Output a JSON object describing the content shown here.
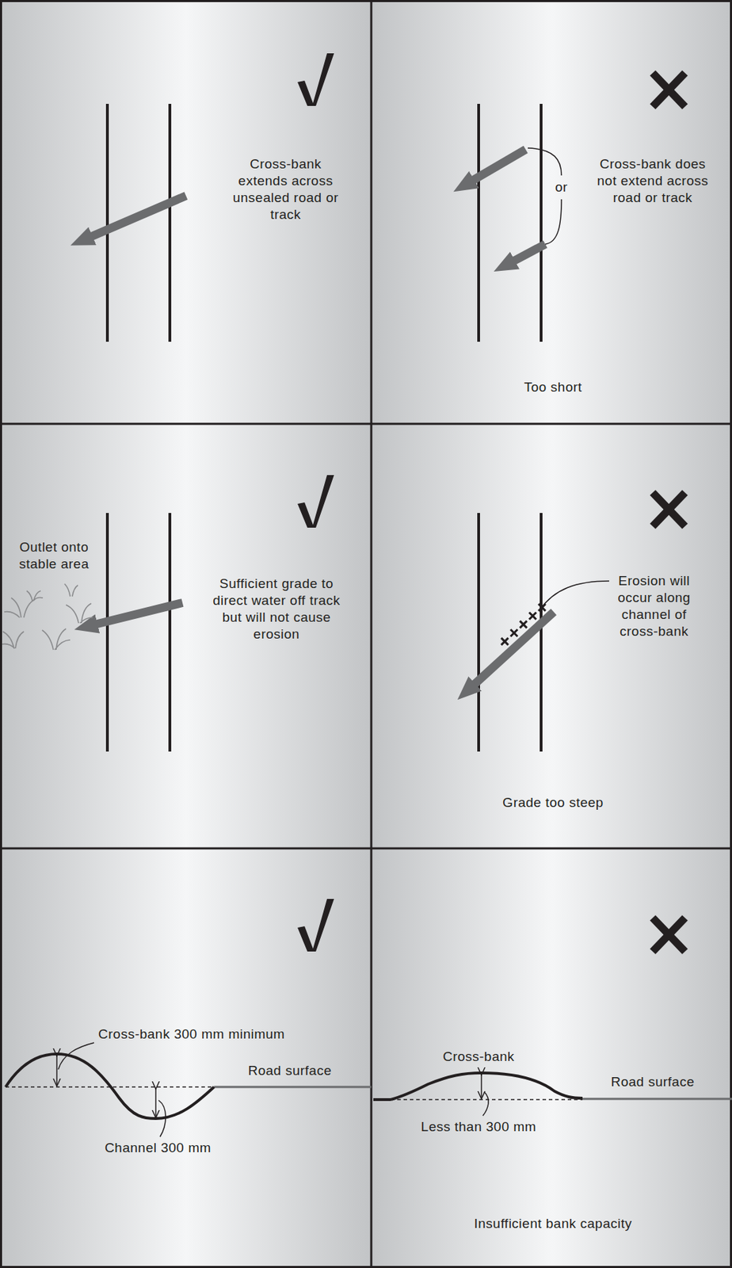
{
  "diagram": {
    "labels": [
      "Cross-bank extends across unsealed road or track",
      "Cross-bank does not extend across road or track",
      "or",
      "Too short",
      "Outlet onto stable area",
      "Sufficient grade to direct water off track but will not cause erosion",
      "Erosion will occur along channel of cross-bank",
      "Grade too steep",
      "Cross-bank 300 mm minimum",
      "Road surface",
      "Channel 300 mm",
      "Cross-bank",
      "Road surface",
      "Less than 300 mm",
      "Insufficient bank capacity"
    ]
  }
}
